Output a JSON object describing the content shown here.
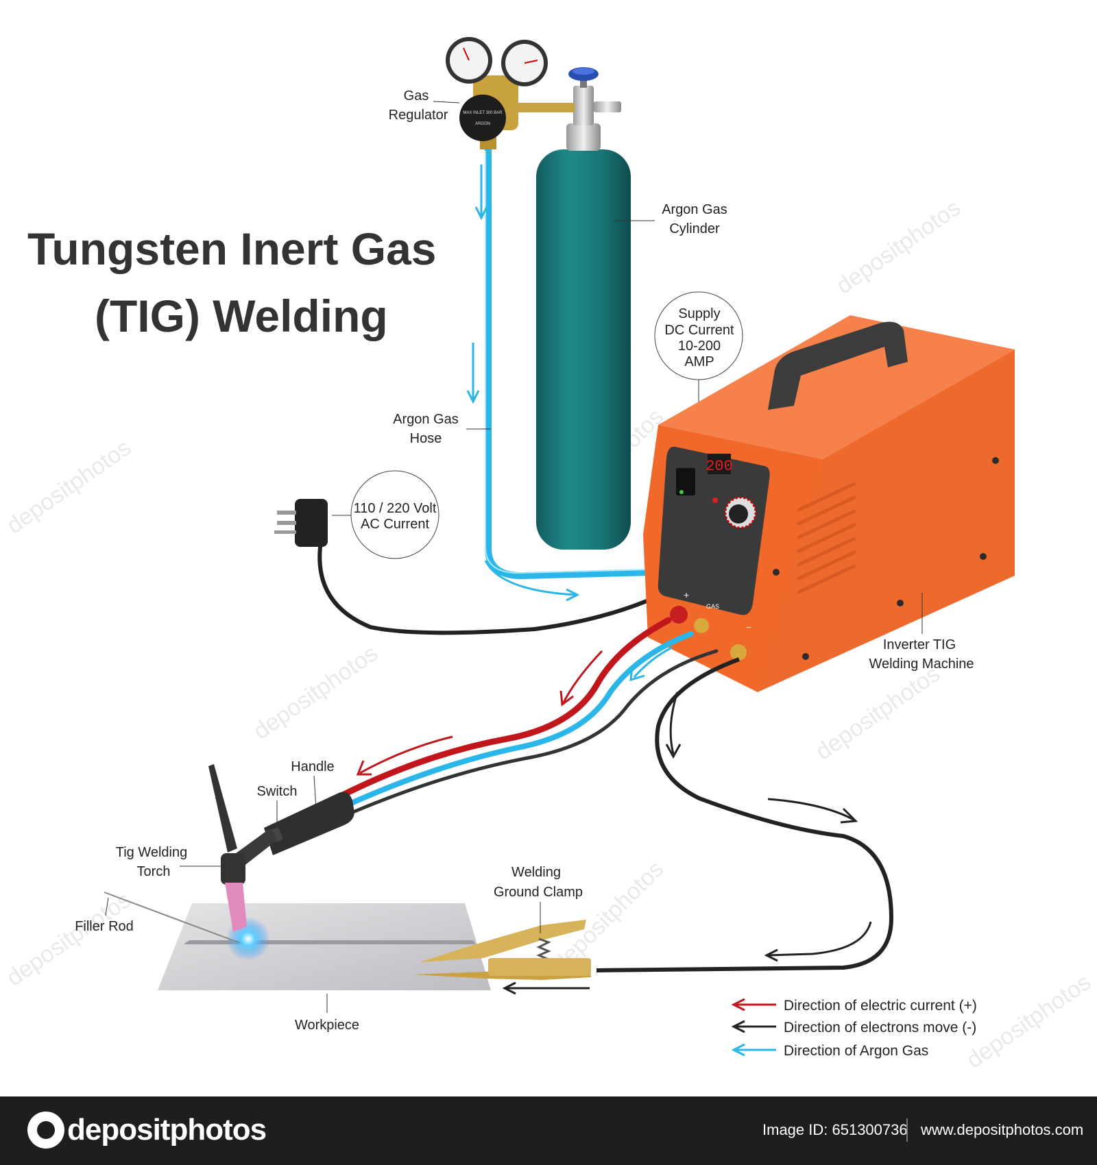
{
  "title": {
    "line1": "Tungsten Inert Gas",
    "line2": "(TIG) Welding"
  },
  "labels": {
    "gas_regulator": [
      "Gas",
      "Regulator"
    ],
    "argon_cylinder": [
      "Argon Gas",
      "Cylinder"
    ],
    "supply": [
      "Supply",
      "DC Current",
      "10-200",
      "AMP"
    ],
    "argon_hose": [
      "Argon Gas",
      "Hose"
    ],
    "ac_current": [
      "110 / 220 Volt",
      "AC Current"
    ],
    "inverter": [
      "Inverter TIG",
      "Welding Machine"
    ],
    "handle": "Handle",
    "switch": "Switch",
    "torch": [
      "Tig Welding",
      "Torch"
    ],
    "filler_rod": "Filler Rod",
    "ground_clamp": [
      "Welding",
      "Ground Clamp"
    ],
    "workpiece": "Workpiece",
    "machine_display": "200",
    "panel_plus": "+",
    "panel_gas": "GAS",
    "panel_minus": "−",
    "regulator_dial": [
      "MAX INLET 300 BAR",
      "ARGON"
    ]
  },
  "legend": [
    {
      "text": "Direction of electric current (+)",
      "color": "#c0161c"
    },
    {
      "text": "Direction of electrons move (-)",
      "color": "#222222"
    },
    {
      "text": "Direction of Argon Gas",
      "color": "#2ab6e8"
    }
  ],
  "colors": {
    "current": "#c0161c",
    "electrons": "#222222",
    "argon": "#2ab6e8",
    "cylinder": "#1c7c7c",
    "machine": "#f26a2e",
    "clamp": "#d6b25a"
  },
  "watermark": "depositphotos",
  "footer": {
    "logo": "depositphotos",
    "image_id": "Image ID: 651300736",
    "site": "www.depositphotos.com"
  }
}
